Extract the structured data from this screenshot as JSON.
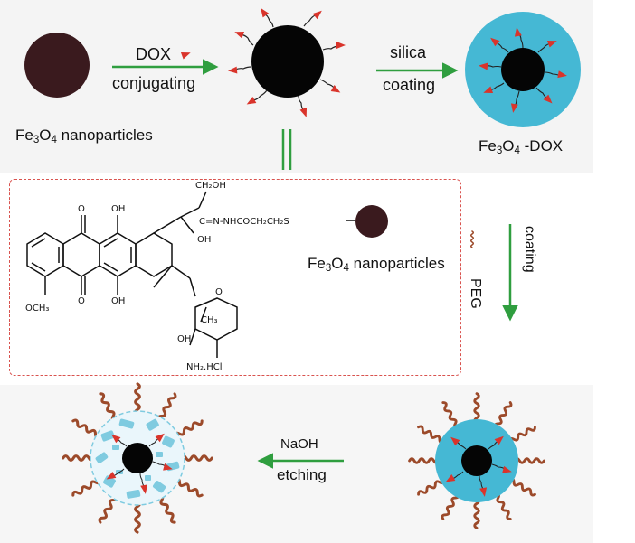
{
  "labels": {
    "step1_top": "DOX",
    "step1_bottom": "conjugating",
    "step2_top": "silica",
    "step2_bottom": "coating",
    "np_label_prefix": "Fe",
    "np_sub1": "3",
    "np_mid": "O",
    "np_sub2": "4",
    "np_label_suffix": " nanoparticles",
    "dox_label_suffix": " -DOX",
    "peg": "PEG",
    "peg_coating": "coating",
    "naoh": "NaOH",
    "etching": "etching"
  },
  "chem": {
    "ketone1": "O",
    "ketone2": "O",
    "oh1": "OH",
    "oh2": "OH",
    "oh3": "OH",
    "oh4": "OH",
    "ch2oh": "CH₂OH",
    "hydrazone": "C=N-NHCOCH₂CH₂S",
    "och3": "OCH₃",
    "o_ring": "O",
    "ch3": "CH₃",
    "nh2hcl": "NH₂.HCl"
  },
  "colors": {
    "core": "#3a1a1e",
    "core_black": "#050505",
    "silica": "#45b8d4",
    "drug": "#d9342b",
    "peg": "#9c4a2a",
    "arrow": "#2f9e3f",
    "dash": "#d9534f"
  }
}
